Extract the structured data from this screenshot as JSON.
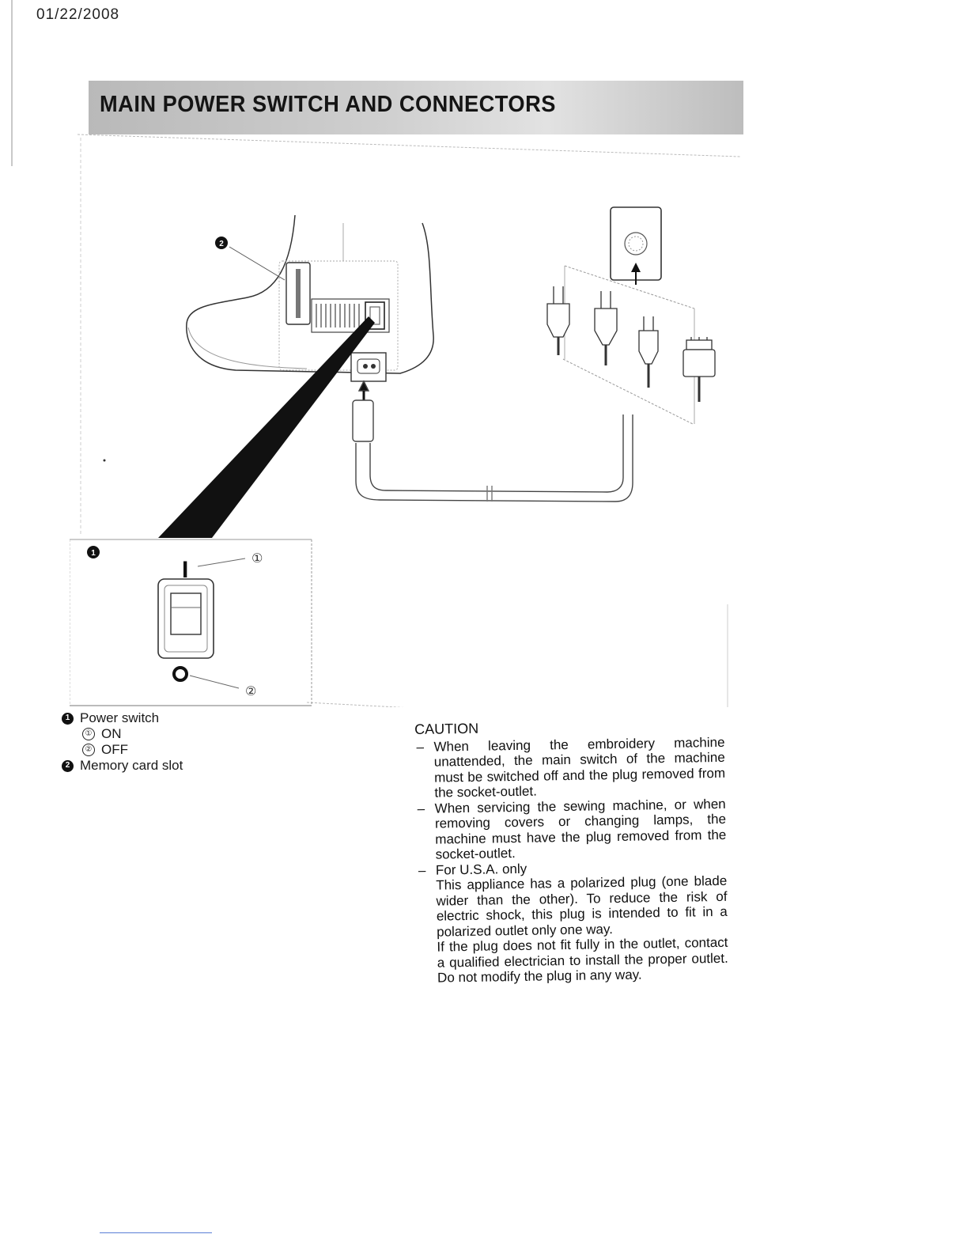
{
  "header": {
    "date_stamp": "01/22/2008",
    "title": "MAIN POWER SWITCH AND CONNECTORS"
  },
  "figure": {
    "callout_power_switch": "1",
    "callout_memory_slot": "2",
    "switch_on_symbol": "I",
    "switch_off_symbol": "O",
    "marker_on": "①",
    "marker_off": "②",
    "icons": [
      "machine-illustration",
      "power-socket-icon",
      "plug-icon",
      "power-cord-icon",
      "rocker-switch-icon"
    ]
  },
  "legend": {
    "items": [
      {
        "badge": "1",
        "label": "Power switch"
      },
      {
        "marker": "①",
        "label": "ON"
      },
      {
        "marker": "②",
        "label": "OFF"
      },
      {
        "badge": "2",
        "label": "Memory card slot"
      }
    ]
  },
  "caution": {
    "title": "CAUTION",
    "items": [
      {
        "dash": "–",
        "paragraphs": [
          "When leaving the embroidery machine unattended, the main switch of the machine must be switched off and the plug removed from the socket-outlet."
        ]
      },
      {
        "dash": "–",
        "paragraphs": [
          "When servicing the sewing machine, or when removing covers or changing lamps, the machine must have the plug removed from the socket-outlet."
        ]
      },
      {
        "dash": "–",
        "paragraphs": [
          "For U.S.A. only",
          "This appliance has a polarized plug (one blade wider than the other). To reduce the risk of electric shock, this plug is intended to fit in a polarized outlet only one way.",
          "If the plug does not fit fully in the outlet, contact a qualified electrician to install the proper outlet. Do not modify the plug in any way."
        ]
      }
    ]
  }
}
